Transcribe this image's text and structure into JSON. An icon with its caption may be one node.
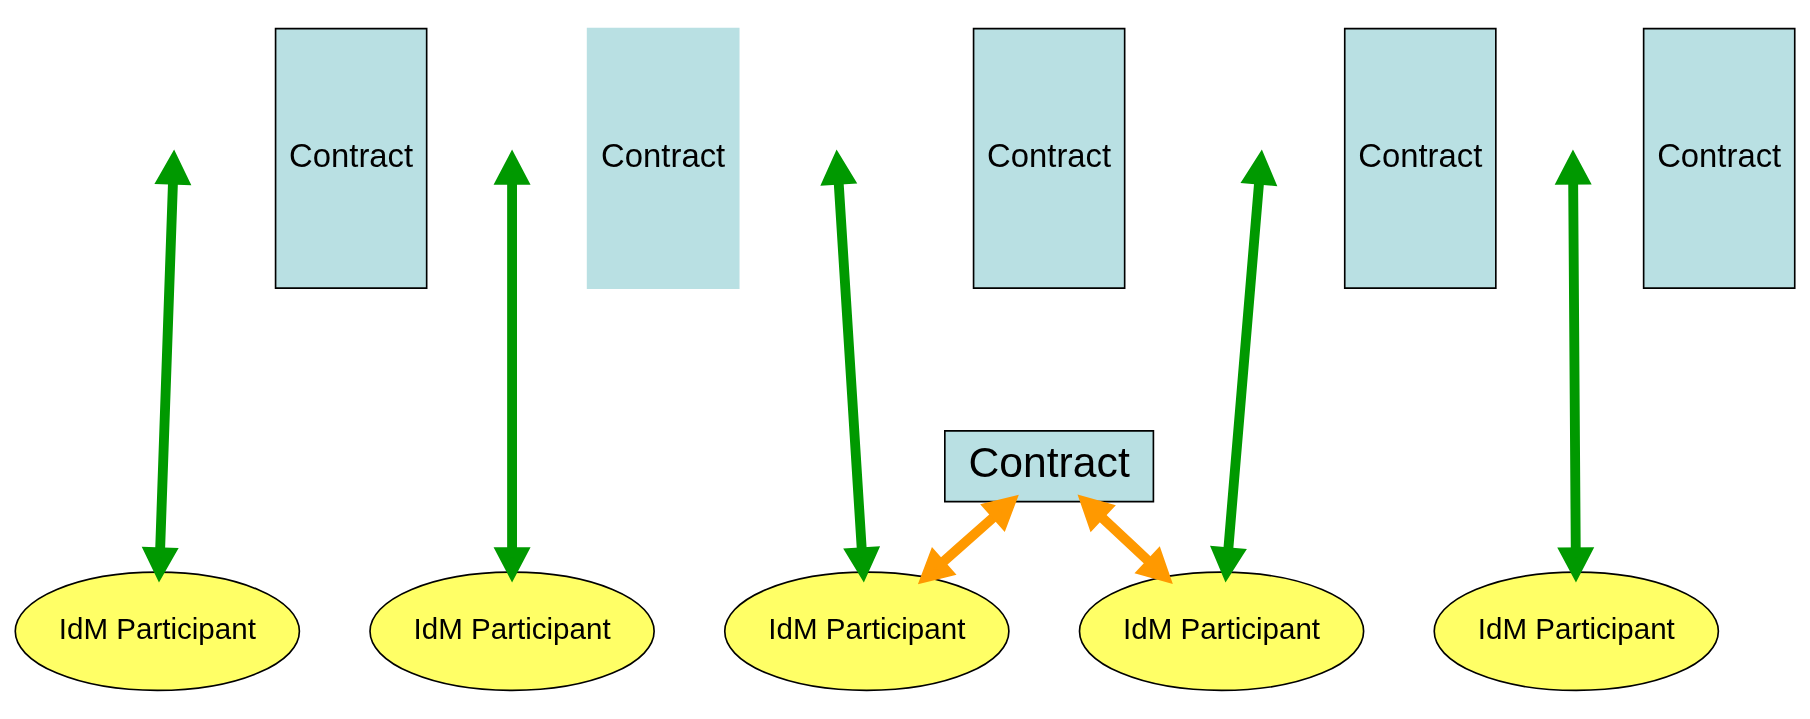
{
  "diagram": {
    "nodes": [
      {
        "text": [
          "Contract"
        ]
      },
      {
        "text": [
          "Contract"
        ]
      },
      {
        "text": [
          "Contract"
        ]
      },
      {
        "text": [
          "Contract"
        ]
      },
      {
        "text": [
          "Contract"
        ]
      },
      {
        "text": [
          "Contract"
        ]
      },
      {
        "text": [
          "IdM Participant"
        ]
      },
      {
        "text": [
          "IdM Participant"
        ]
      },
      {
        "text": [
          "IdM Participant"
        ]
      },
      {
        "text": [
          "IdM Participant"
        ]
      },
      {
        "text": [
          "IdM Participant"
        ]
      }
    ],
    "edges": [
      {
        "from": null,
        "to": 6,
        "arrow": "both"
      },
      {
        "from": null,
        "to": 7,
        "arrow": "both"
      },
      {
        "from": null,
        "to": 8,
        "arrow": "both"
      },
      {
        "from": null,
        "to": 9,
        "arrow": "both"
      },
      {
        "from": null,
        "to": 10,
        "arrow": "both"
      },
      {
        "from": 5,
        "to": 8,
        "arrow": "both",
        "color": "#ff9900"
      },
      {
        "from": 5,
        "to": 9,
        "arrow": "both",
        "color": "#ff9900"
      }
    ]
  }
}
